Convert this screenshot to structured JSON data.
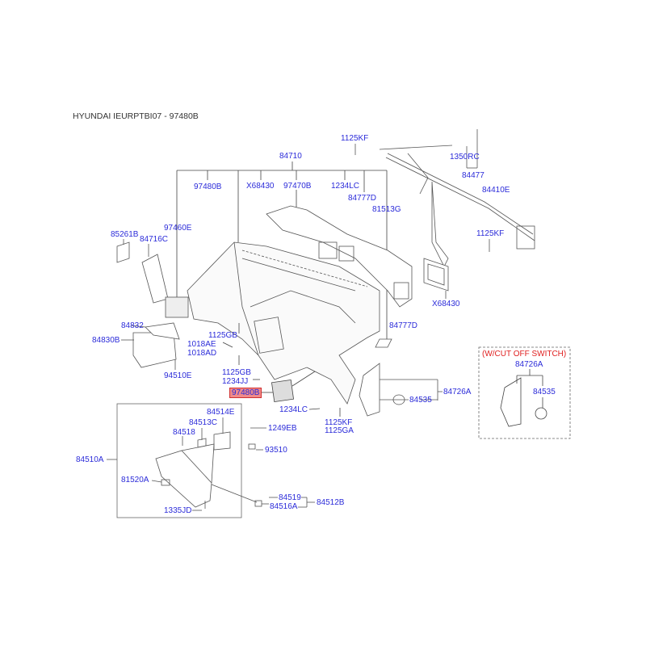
{
  "title": "HYUNDAI IEURPTBI07 - 97480B",
  "highlighted_part": "97480B",
  "variant_note": "(W/CUT OFF SWITCH)",
  "labels": {
    "p1125kf_top": "1125KF",
    "p84710": "84710",
    "p97480b_top": "97480B",
    "px68430_top": "X68430",
    "p97470b": "97470B",
    "p1234lc_top": "1234LC",
    "p84777d_top": "84777D",
    "p81513g": "81513G",
    "p1350rc": "1350RC",
    "p84477": "84477",
    "p84410e": "84410E",
    "p1125kf_right": "1125KF",
    "px68430_right": "X68430",
    "p97460e": "97460E",
    "p85261b": "85261B",
    "p84716c": "84716C",
    "p84832": "84832",
    "p84830b": "84830B",
    "p94510e": "94510E",
    "p1125gb_a": "1125GB",
    "p1018ae": "1018AE",
    "p1018ad": "1018AD",
    "p1125gb_b": "1125GB",
    "p1234jj": "1234JJ",
    "p97480b": "97480B",
    "p1234lc_bottom": "1234LC",
    "p1125kf_bottom": "1125KF",
    "p1125ga": "1125GA",
    "p84777d_right": "84777D",
    "p84535": "84535",
    "p84726a": "84726A",
    "p84726a_alt": "84726A",
    "p84535_alt": "84535",
    "p84514e": "84514E",
    "p84513c": "84513C",
    "p84518": "84518",
    "p84510a": "84510A",
    "p81520a": "81520A",
    "p1335jd": "1335JD",
    "p1249eb": "1249EB",
    "p93510": "93510",
    "p84519": "84519",
    "p84516a": "84516A",
    "p84512b": "84512B"
  },
  "colors": {
    "label": "#2b2bd9",
    "highlight": "#f08a8a",
    "note": "#e02020"
  }
}
